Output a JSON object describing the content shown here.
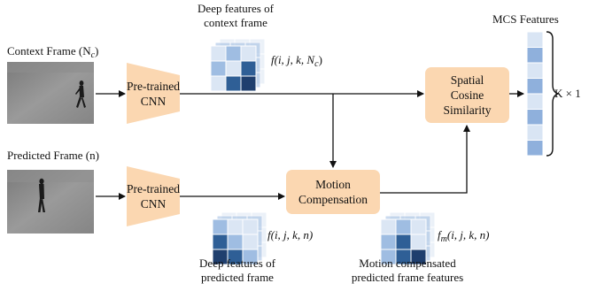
{
  "title_mcs": "MCS Features",
  "context_frame_label": "Context Frame (N",
  "context_frame_sub": "c",
  "context_frame_close": ")",
  "predicted_frame_label": "Predicted Frame (n)",
  "cnn1_line1": "Pre-trained",
  "cnn1_line2": "CNN",
  "cnn2_line1": "Pre-trained",
  "cnn2_line2": "CNN",
  "motion_line1": "Motion",
  "motion_line2": "Compensation",
  "scs_line1": "Spatial",
  "scs_line2": "Cosine",
  "scs_line3": "Similarity",
  "deep_ctx_line1": "Deep features of",
  "deep_ctx_line2": "context frame",
  "deep_pred_line1": "Deep features of",
  "deep_pred_line2": "predicted frame",
  "mc_feat_line1": "Motion compensated",
  "mc_feat_line2": "predicted frame features",
  "f_ctx": "f(i, j, k, N",
  "f_ctx_sub": "c",
  "f_ctx_close": ")",
  "f_pred": "f(i, j, k, n)",
  "fm_pre": "f",
  "fm_sub": "m",
  "fm_post": "(i, j, k, n)",
  "k_label": "K × 1",
  "colors": {
    "box_fill": "#fbd7b1",
    "arrow": "#111111",
    "cell_light": "#dbe6f4",
    "cell_mid": "#9fbde2",
    "cell_dark": "#2f5f96",
    "cell_navy": "#1f3f6e"
  }
}
